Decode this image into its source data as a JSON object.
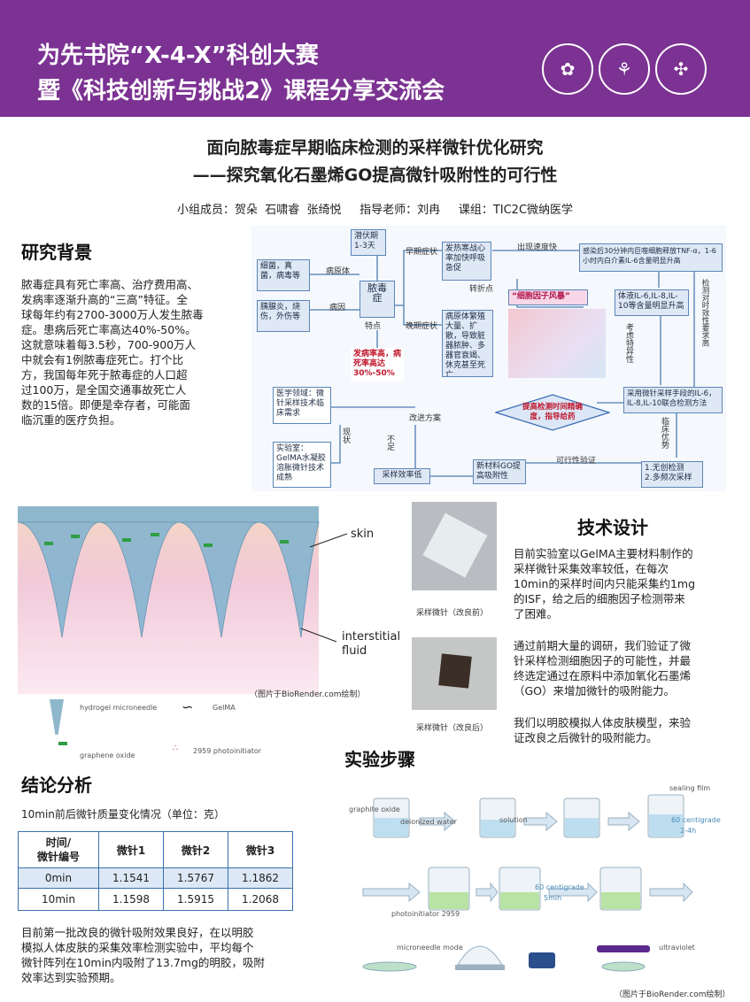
{
  "header": {
    "line1": "为先书院“X-4-X”科创大赛",
    "line2": "暨《科技创新与挑战2》课程分享交流会",
    "logos": [
      "university-seal-icon",
      "xian-emblem-icon",
      "helix-emblem-icon"
    ]
  },
  "title": {
    "main": "面向脓毒症早期临床检测的采样微针优化研究",
    "sub": "——探究氧化石墨烯GO提高微针吸附性的可行性",
    "members": "小组成员：贺朵  石啸睿  张绮悦     指导老师：刘冉     课组：TIC2C微纳医学"
  },
  "background": {
    "heading": "研究背景",
    "lines": [
      "脓毒症具有死亡率高、治疗费用高、",
      "发病率逐渐升高的“三高”特征。全",
      "球每年约有2700-3000万人发生脓毒",
      "症。患病后死亡率高达40%-50%。",
      "这就意味着每3.5秒，700-900万人",
      "中就会有1例脓毒症死亡。打个比",
      "方，我国每年死于脓毒症的人口超",
      "过100万，是全国交通事故死亡人",
      "数的15倍。即便是幸存者，可能面",
      "临沉重的医疗负担。"
    ]
  },
  "flow": {
    "pathogen": "细菌，真菌，病毒等",
    "cause": "胰腺炎，烧伤，外伤等",
    "pathogen_label": "病原体",
    "cause_label": "病因",
    "sepsis": "脓毒症",
    "feature_label": "特点",
    "incubation": "潜伏期1-3天",
    "early_label": "早期症状",
    "late_label": "晚期症状",
    "early_sym": "发热寒战心率加快呼吸急促",
    "late_sym": "病原体繁殖大量、扩散，导致脏器脓肿、多器官衰竭、休克甚至死亡",
    "turn_label": "转折点",
    "speed_label": "出现速度快",
    "tnf": "感染后30分钟内巨噬细胞释放TNF-α，1-6小时内白介素IL-6含量明显升高",
    "storm": "“细胞因子风暴”",
    "il": "体液IL-6,IL-8,IL-10等含量明显升高",
    "high_rate": "发病率高，病死率高达",
    "high_rate2": "30%-50%",
    "consider_label": "考虑特异性",
    "timely_label": "检测对时效性要求高",
    "method": "采用微针采样手段的IL-6，IL-8,IL-10联合检测方法",
    "diamond": "提高检测时间精确度，指导给药",
    "medical": "医学领域：微针采样技术临床需求",
    "lab": "实验室：GelMA水凝胶溶胀微针技术成熟",
    "status_label": "现状",
    "improve_label": "改进方案",
    "shortfall_label": "不足",
    "low_eff": "采样效率低",
    "new_material": "新材料GO提高吸附性",
    "feasibility_label": "可行性验证",
    "advantage_label": "临床优势",
    "benefits": [
      "1.无创检测",
      "2.多频次采样"
    ]
  },
  "diagram": {
    "skin": "skin",
    "fluid1": "interstitial",
    "fluid2": "fluid",
    "credit": "（图片于BioRender.com绘制）",
    "legend": [
      "hydrogel microneedle",
      "GelMA",
      "graphene oxide",
      "2959 photoinitiator"
    ]
  },
  "photos": {
    "before": "采样微针（改良前）",
    "after": "采样微针（改良后）"
  },
  "tech": {
    "heading": "技术设计",
    "p1": [
      "目前实验室以GelMA主要材料制作的",
      "采样微针采集效率较低，在每次",
      "10min的采样时间内只能采集约1mg",
      "的ISF，给之后的细胞因子检测带来",
      "了困难。"
    ],
    "p2": [
      "通过前期大量的调研，我们验证了微",
      "针采样检测细胞因子的可能性，并最",
      "终选定通过在原料中添加氧化石墨烯",
      "（GO）来增加微针的吸附能力。"
    ],
    "p3": [
      "我们以明胶模拟人体皮肤模型，来验",
      "证改良之后微针的吸附能力。"
    ]
  },
  "conclusion": {
    "heading": "结论分析",
    "table_caption": "10min前后微针质量变化情况（单位：克）",
    "col0a": "时间/",
    "col0b": "微针编号",
    "cols": [
      "微针1",
      "微针2",
      "微针3"
    ],
    "rows": [
      {
        "time": "0min",
        "v": [
          "1.1541",
          "1.5767",
          "1.1862"
        ]
      },
      {
        "time": "10min",
        "v": [
          "1.1598",
          "1.5915",
          "1.2068"
        ]
      }
    ],
    "text": [
      "目前第一批改良的微针吸附效果良好，在以明胶",
      "模拟人体皮肤的采集效率检测实验中，平均每个",
      "微针阵列在10min内吸附了13.7mg的明胶，吸附",
      "效率达到实验预期。"
    ]
  },
  "steps": {
    "heading": "实验步骤",
    "labels": [
      "graphite oxide",
      "deionized water",
      "solution",
      "sealing film",
      "60 centigrade",
      "2-4h",
      "photoinitiator 2959",
      "60 centigrade",
      "5min",
      "microneedle mode",
      "ultraviolet"
    ],
    "credit": "（图片于BioRender.com绘制）"
  }
}
